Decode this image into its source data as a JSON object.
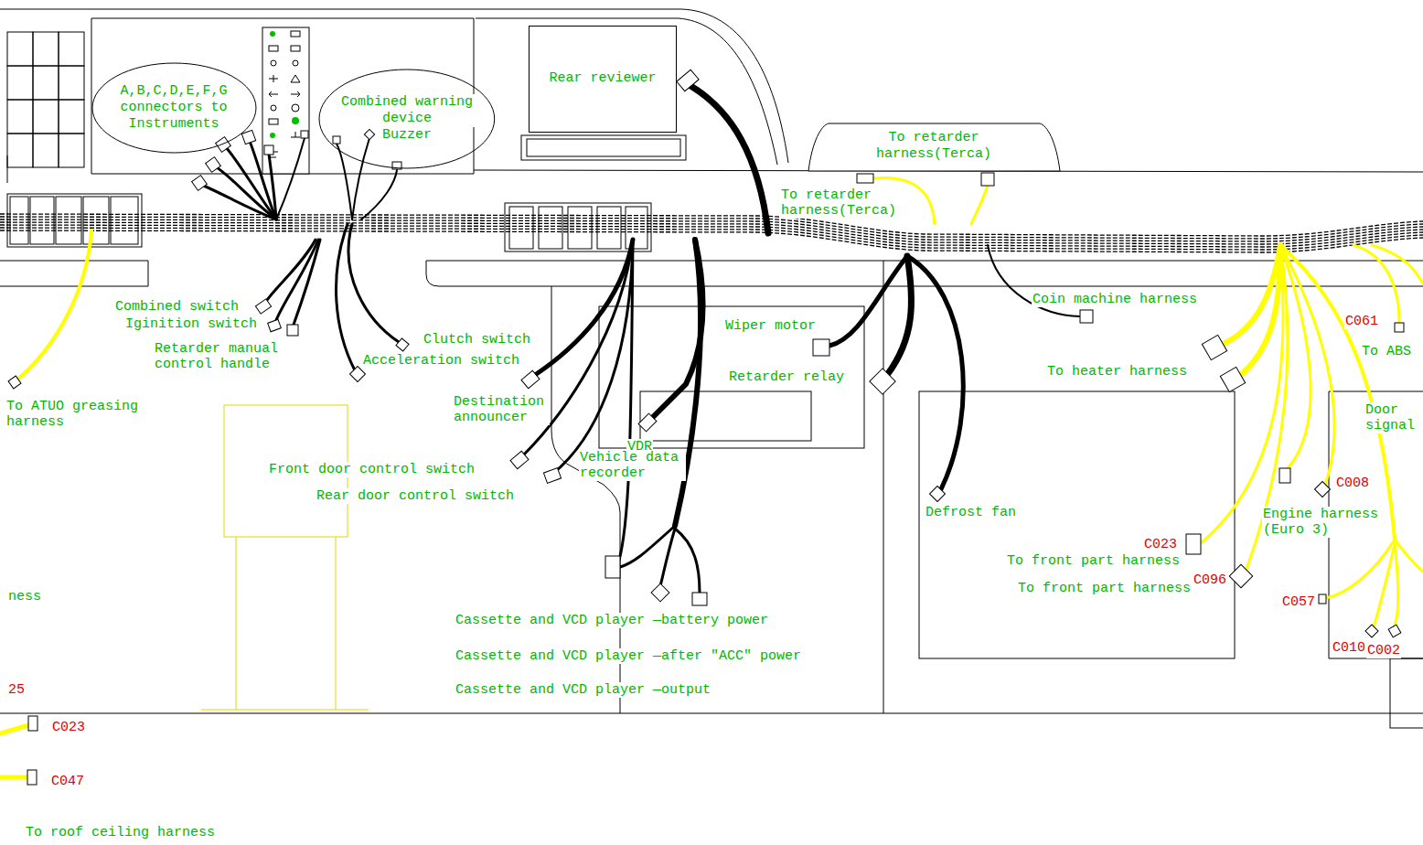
{
  "diagram": {
    "nodes": [
      {
        "text": [
          "Rear reviewer"
        ]
      },
      {
        "text": [
          "A,B,C,D,E,F,G connectors to Instruments"
        ]
      },
      {
        "text": [
          "Combined warning device",
          "Buzzer"
        ]
      },
      {
        "text": [
          "To retarder harness(Terca)"
        ]
      }
    ],
    "labels": [
      "To retarder harness(Terca)",
      "Combined switch",
      "Iginition switch",
      "Retarder manual control handle",
      "Clutch switch",
      "Acceleration switch",
      "To ATUO greasing harness",
      "Wiper motor",
      "Retarder relay",
      "Coin machine harness",
      "To heater harness",
      "C061",
      "To ABS",
      "Destination announcer",
      "VDR",
      "Vehicle data recorder",
      "Front door control switch",
      "Rear door control switch",
      "Defrost fan",
      "Door signal",
      "Engine harness (Euro 3)",
      "C008",
      "C023",
      "To front part harness",
      "To front part harness",
      "C096",
      "C057",
      "C010",
      "C002",
      "ness",
      "25",
      "C023",
      "C047",
      "To roof ceiling harness",
      "Cassette and VCD player —battery power",
      "Cassette and VCD player —after \"ACC\" power",
      "Cassette and VCD player —output"
    ]
  }
}
